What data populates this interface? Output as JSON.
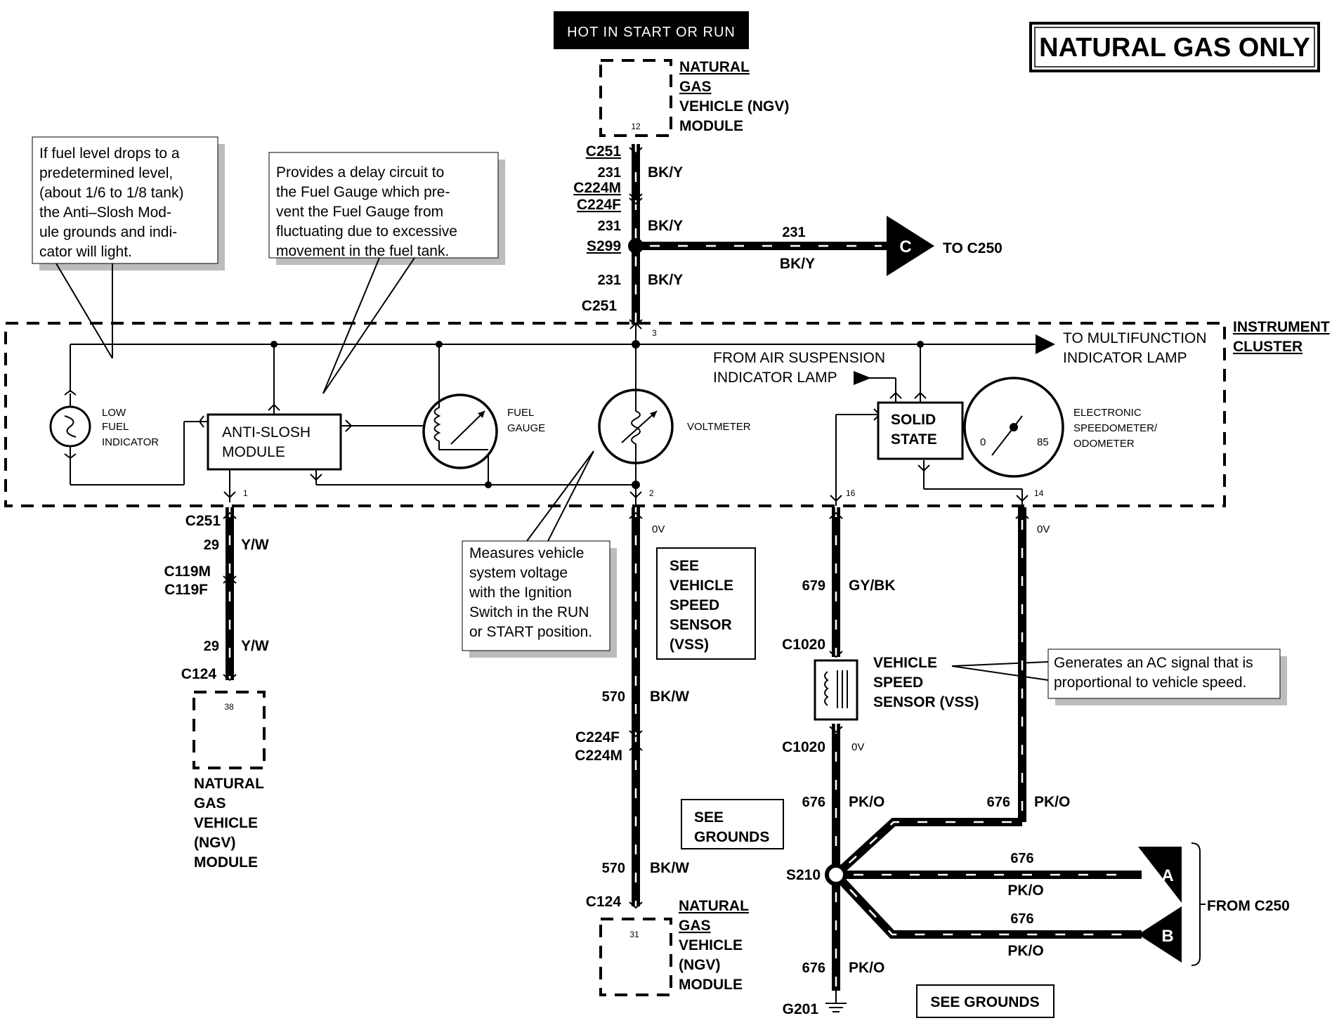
{
  "header": {
    "hot_label": "HOT IN START OR RUN",
    "title": "NATURAL GAS ONLY"
  },
  "ngv_module_top": {
    "pin": "12",
    "lines": [
      "NATURAL",
      "GAS",
      "VEHICLE (NGV)",
      "MODULE"
    ]
  },
  "ngv_module_left": {
    "pin": "38",
    "lines": [
      "NATURAL",
      "GAS",
      "VEHICLE",
      "(NGV)",
      "MODULE"
    ]
  },
  "ngv_module_bottom": {
    "pin": "31",
    "lines": [
      "NATURAL",
      "GAS",
      "VEHICLE",
      "(NGV)",
      "MODULE"
    ]
  },
  "connectors": {
    "c251_top": "C251",
    "c224m_top": "C224M",
    "c224f_top": "C224F",
    "s299": "S299",
    "c251_mid": "C251",
    "c251_left": "C251",
    "c119m": "C119M",
    "c119f": "C119F",
    "c124_left": "C124",
    "c224f_bot": "C224F",
    "c224m_bot": "C224M",
    "c124_bot": "C124",
    "c1020_top": "C1020",
    "c1020_bot": "C1020",
    "s210": "S210",
    "g201": "G201"
  },
  "wires": {
    "w231_1": {
      "circuit": "231",
      "color": "BK/Y"
    },
    "w231_2": {
      "circuit": "231",
      "color": "BK/Y"
    },
    "w231_branch": {
      "circuit": "231",
      "color": "BK/Y"
    },
    "w231_3": {
      "circuit": "231",
      "color": "BK/Y"
    },
    "w29_1": {
      "circuit": "29",
      "color": "Y/W"
    },
    "w29_2": {
      "circuit": "29",
      "color": "Y/W"
    },
    "w570_1": {
      "circuit": "570",
      "color": "BK/W"
    },
    "w570_2": {
      "circuit": "570",
      "color": "BK/W"
    },
    "w679": {
      "circuit": "679",
      "color": "GY/BK"
    },
    "w676_1": {
      "circuit": "676",
      "color": "PK/O"
    },
    "w676_2": {
      "circuit": "676",
      "color": "PK/O"
    },
    "w676_a": {
      "circuit": "676",
      "color": "PK/O"
    },
    "w676_b": {
      "circuit": "676",
      "color": "PK/O"
    },
    "w676_g": {
      "circuit": "676",
      "color": "PK/O"
    }
  },
  "voltages": {
    "v570": "0V",
    "v14": "0V",
    "vvss": "0V"
  },
  "destinations": {
    "to_c250_letter": "C",
    "to_c250": "TO C250",
    "to_mfi": [
      "TO MULTIFUNCTION",
      "INDICATOR LAMP"
    ],
    "from_air": [
      "FROM AIR SUSPENSION",
      "INDICATOR LAMP"
    ],
    "from_c250": "FROM C250",
    "letter_a": "A",
    "letter_b": "B"
  },
  "cluster": {
    "label": [
      "INSTRUMENT",
      "CLUSTER"
    ],
    "low_fuel": [
      "LOW",
      "FUEL",
      "INDICATOR"
    ],
    "anti_slosh": [
      "ANTI-SLOSH",
      "MODULE"
    ],
    "fuel_gauge": [
      "FUEL",
      "GAUGE"
    ],
    "voltmeter": "VOLTMETER",
    "solid_state": [
      "SOLID",
      "STATE"
    ],
    "speedo": [
      "ELECTRONIC",
      "SPEEDOMETER/",
      "ODOMETER"
    ],
    "speedo_min": "0",
    "speedo_max": "85",
    "pins": {
      "p1": "1",
      "p2": "2",
      "p3": "3",
      "p14": "14",
      "p16": "16"
    }
  },
  "vss": {
    "lines": [
      "VEHICLE",
      "SPEED",
      "SENSOR (VSS)"
    ]
  },
  "see_boxes": {
    "vss": [
      "SEE",
      "VEHICLE",
      "SPEED",
      "SENSOR",
      "(VSS)"
    ],
    "grounds1": [
      "SEE",
      "GROUNDS"
    ],
    "grounds2": "SEE GROUNDS"
  },
  "notes": {
    "fuel_level": [
      "If fuel level drops to a",
      "predetermined level,",
      "(about 1/6 to 1/8 tank)",
      "the Anti–Slosh Mod-",
      "ule grounds and indi-",
      "cator will light."
    ],
    "delay": [
      "Provides a delay circuit to",
      "the Fuel Gauge which pre-",
      "vent the Fuel Gauge from",
      "fluctuating due to excessive",
      "movement in the fuel tank."
    ],
    "voltage": [
      "Measures vehicle",
      "system voltage",
      "with the Ignition",
      "Switch in the RUN",
      "or START position."
    ],
    "ac_signal": [
      "Generates an AC signal that is",
      "proportional to vehicle speed."
    ]
  }
}
